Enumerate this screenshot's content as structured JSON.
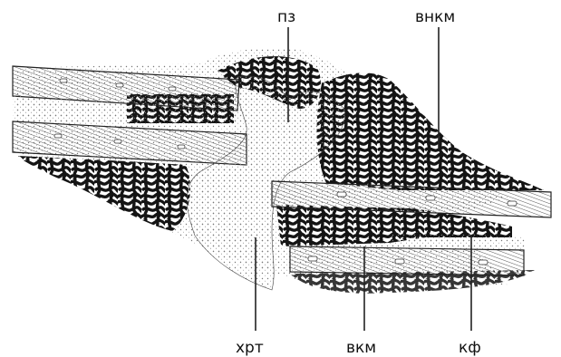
{
  "labels": {
    "pz": "пз",
    "vnkm": "внкм",
    "hrt": "хрт",
    "vkm": "вкм",
    "kf": "кф"
  },
  "colors": {
    "ink": "#141414",
    "paper": "#ffffff",
    "bone_fill": "#f2f2f2"
  }
}
